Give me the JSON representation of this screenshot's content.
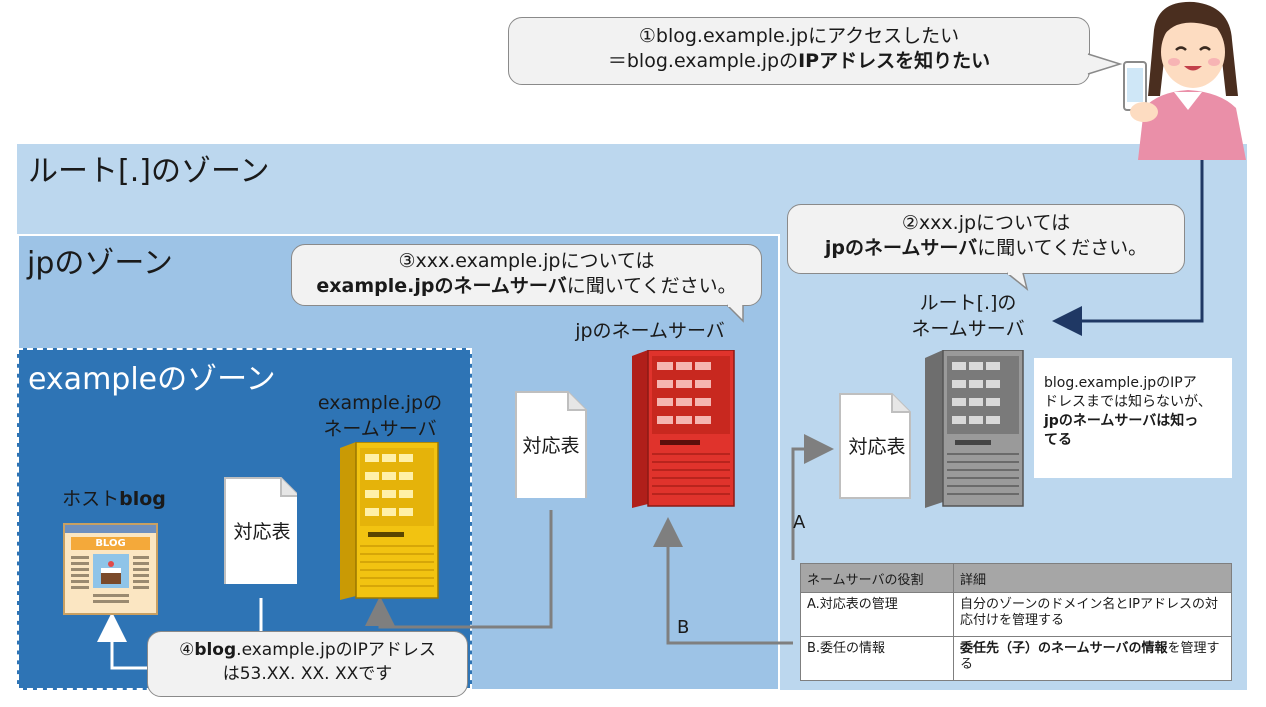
{
  "zones": {
    "root": "ルート[.]のゾーン",
    "jp": "jpのゾーン",
    "example": "exampleのゾーン"
  },
  "bubbles": {
    "b1": {
      "line1": "①blog.example.jpにアクセスしたい",
      "line2_pre": "＝blog.example.jpの",
      "line2_bold": "IPアドレスを知りたい"
    },
    "b2": {
      "line1": "②xxx.jpについては",
      "line2_bold": "jpのネームサーバ",
      "line2_post": "に聞いてください。"
    },
    "b3": {
      "line1": "③xxx.example.jpについては",
      "line2_bold": "example.jpのネームサーバ",
      "line2_post": "に聞いてください。"
    },
    "b4": {
      "pre": "④",
      "bold": "blog",
      "post": ".example.jpのIPアドレス",
      "line2": "は53.XX. XX. XXです"
    }
  },
  "servers": {
    "root_line1": "ルート[.]の",
    "root_line2": "ネームサーバ",
    "jp": "jpのネームサーバ",
    "example_line1": "example.jpの",
    "example_line2": "ネームサーバ"
  },
  "docs": {
    "root": "対応表",
    "jp": "対応表",
    "example": "対応表"
  },
  "host": {
    "pre": "ホスト",
    "bold": "blog",
    "logo": "BLOG"
  },
  "info": {
    "line1": "blog.example.jpのIPア",
    "line2": "ドレスまでは知らないが、",
    "bold1": "jpのネームサーバは知っ",
    "bold2": "てる"
  },
  "arrows": {
    "a": "A",
    "b": "B"
  },
  "table": {
    "headers": [
      "ネームサーバの役割",
      "詳細"
    ],
    "rows": [
      {
        "role": "A.対応表の管理",
        "detail_pre": "",
        "detail_bold": "",
        "detail_post": "自分のゾーンのドメイン名とIPアドレスの対応付けを管理する"
      },
      {
        "role": "B.委任の情報",
        "detail_pre": "",
        "detail_bold": "委任先（子）のネームサーバの情報",
        "detail_post": "を管理する"
      }
    ]
  },
  "colors": {
    "root_zone": "#bcd7ee",
    "jp_zone": "#9dc3e6",
    "example_zone": "#2e74b5",
    "root_server": "#8c8c8c",
    "jp_server": "#e0332c",
    "example_server": "#f2c311",
    "arrow_dark": "#1f3864",
    "arrow_gray": "#7f7f7f"
  }
}
